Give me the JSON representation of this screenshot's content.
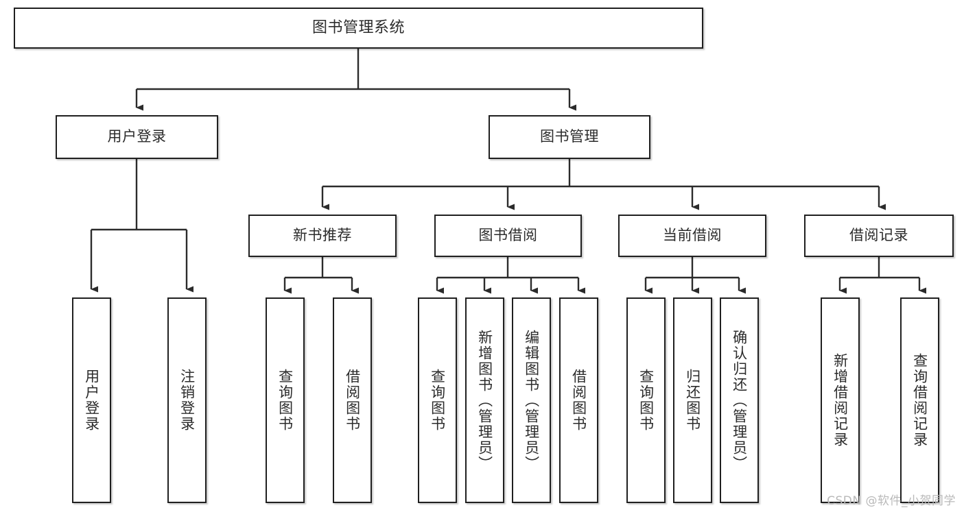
{
  "diagram": {
    "title": "图书管理系统",
    "type": "tree",
    "orientation": "top-down",
    "edge_style": "orthogonal-arrow",
    "colors": {
      "box_border": "#1f1f1f",
      "box_fill": "#ffffff",
      "text": "#2b2b2b",
      "connector": "#2b2b2b",
      "watermark": "#b9b9b9"
    },
    "nodes": {
      "root": {
        "label": "图书管理系统"
      },
      "level1": [
        {
          "id": "user-login",
          "label": "用户登录"
        },
        {
          "id": "book-manage",
          "label": "图书管理"
        }
      ],
      "level2": [
        {
          "id": "new-book-recommend",
          "label": "新书推荐"
        },
        {
          "id": "book-borrow",
          "label": "图书借阅"
        },
        {
          "id": "current-borrow",
          "label": "当前借阅"
        },
        {
          "id": "borrow-record",
          "label": "借阅记录"
        }
      ],
      "leaves": {
        "user-login": [
          {
            "id": "leaf-user-login",
            "label": "用户登录"
          },
          {
            "id": "leaf-logout",
            "label": "注销登录"
          }
        ],
        "new-book-recommend": [
          {
            "id": "leaf-query-book-1",
            "label": "查询图书"
          },
          {
            "id": "leaf-borrow-book-1",
            "label": "借阅图书"
          }
        ],
        "book-borrow": [
          {
            "id": "leaf-query-book-2",
            "label": "查询图书"
          },
          {
            "id": "leaf-add-book",
            "label": "新增图书（管理员）"
          },
          {
            "id": "leaf-edit-book",
            "label": "编辑图书（管理员）"
          },
          {
            "id": "leaf-borrow-book-2",
            "label": "借阅图书"
          }
        ],
        "current-borrow": [
          {
            "id": "leaf-query-book-3",
            "label": "查询图书"
          },
          {
            "id": "leaf-return-book",
            "label": "归还图书"
          },
          {
            "id": "leaf-confirm-return",
            "label": "确认归还（管理员）"
          }
        ],
        "borrow-record": [
          {
            "id": "leaf-add-record",
            "label": "新增借阅记录"
          },
          {
            "id": "leaf-query-record",
            "label": "查询借阅记录"
          }
        ]
      }
    }
  },
  "watermark": {
    "text": "CSDN @软件_小贺同学"
  }
}
